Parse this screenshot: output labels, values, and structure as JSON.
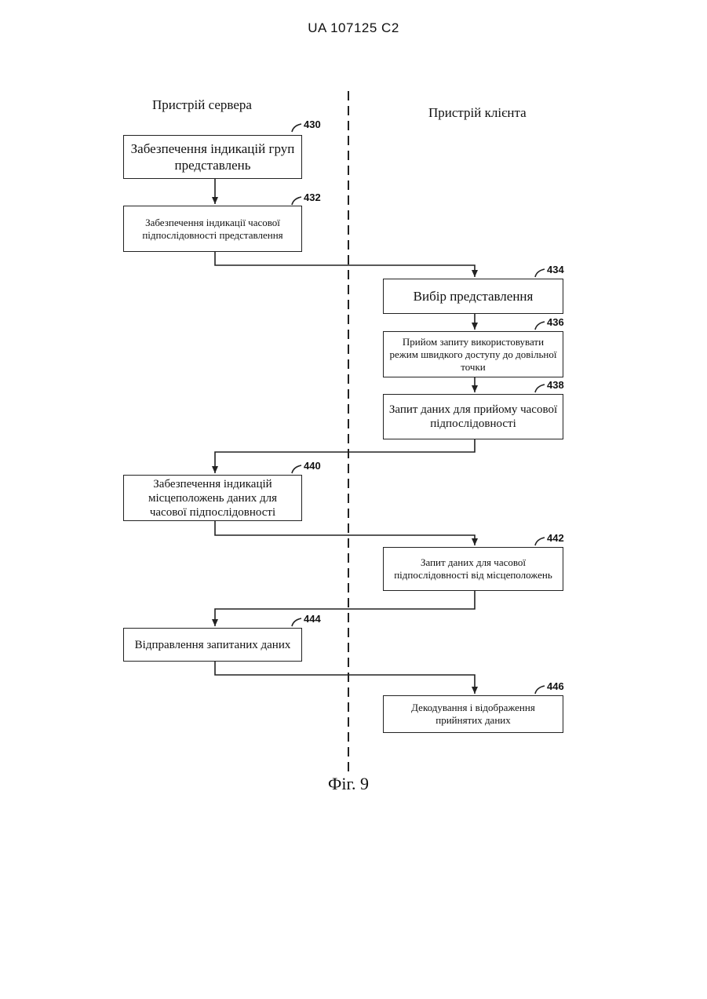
{
  "header": {
    "doc_number": "UA   107125   C2"
  },
  "columns": {
    "server": "Пристрій сервера",
    "client": "Пристрій клієнта"
  },
  "steps": [
    {
      "ref": "430",
      "text": "Забезпечення індикацій груп представлень"
    },
    {
      "ref": "432",
      "text": "Забезпечення індикації часової підпослідовності представлення"
    },
    {
      "ref": "434",
      "text": "Вибір представлення"
    },
    {
      "ref": "436",
      "text": "Прийом запиту використовувати режим швидкого доступу до довільної точки"
    },
    {
      "ref": "438",
      "text": "Запит даних для прийому часової підпослідовності"
    },
    {
      "ref": "440",
      "text": "Забезпечення індикацій місцеположень даних для часової підпослідовності"
    },
    {
      "ref": "442",
      "text": "Запит даних для часової підпослідовності від місцеположень"
    },
    {
      "ref": "444",
      "text": "Відправлення запитаних даних"
    },
    {
      "ref": "446",
      "text": "Декодування і відображення прийнятих даних"
    }
  ],
  "caption": "Фіг. 9"
}
